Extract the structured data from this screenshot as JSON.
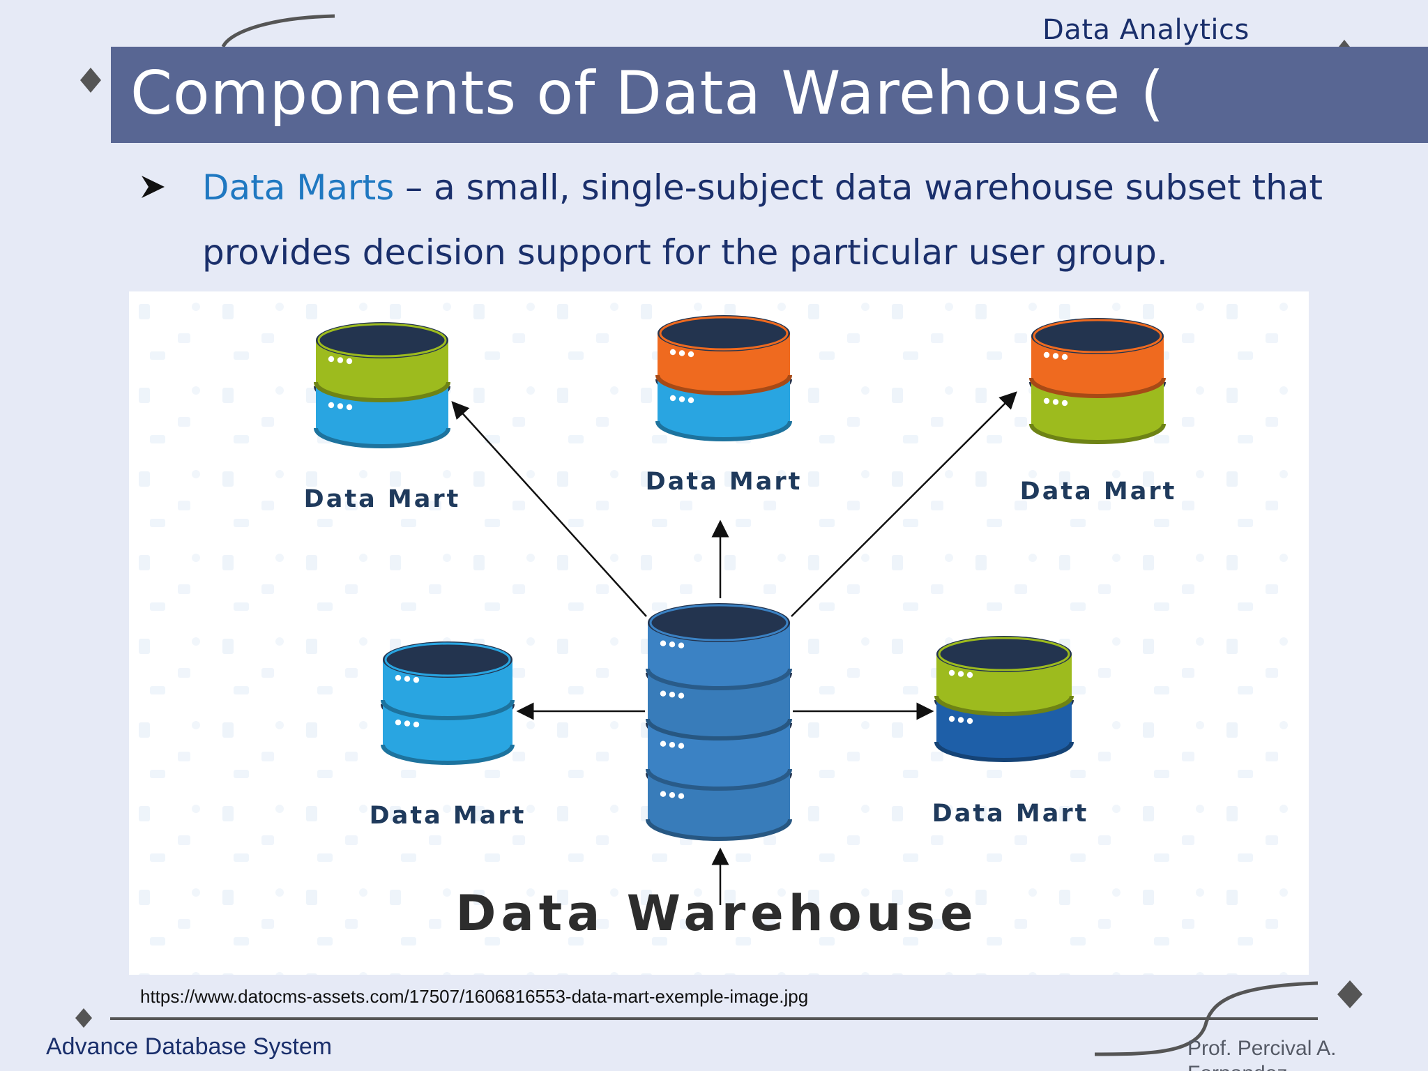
{
  "header": {
    "course_topic": "Data Analytics",
    "title": "Components of Data Warehouse ("
  },
  "bullet": {
    "term": "Data Marts",
    "definition_line1": " – a small, single-subject data warehouse subset that",
    "definition_line2": "provides decision support for the particular user group."
  },
  "diagram": {
    "center_label": "Data Warehouse",
    "nodes": [
      {
        "label": "Data Mart",
        "top_color": "#9dbb1e",
        "bottom_color": "#29a5e1"
      },
      {
        "label": "Data Mart",
        "top_color": "#ef6a1f",
        "bottom_color": "#29a5e1"
      },
      {
        "label": "Data Mart",
        "top_color": "#ef6a1f",
        "bottom_color": "#9dbb1e"
      },
      {
        "label": "Data Mart",
        "top_color": "#29a5e1",
        "bottom_color": "#29a5e1"
      },
      {
        "label": "Data Mart",
        "top_color": "#9dbb1e",
        "bottom_color": "#1e5fa8"
      }
    ],
    "colors": {
      "warehouse": "#3b82c4",
      "lid": "#23344f",
      "label": "#1f3a5c",
      "warehouse_label": "#2d2d2d"
    }
  },
  "caption": "https://www.datocms-assets.com/17507/1606816553-data-mart-exemple-image.jpg",
  "footer": {
    "left": "Advance Database System",
    "right": "Prof. Percival A. Fernandez"
  },
  "colors": {
    "title_bar": "#586693",
    "text": "#1a2f6b",
    "term": "#1f78c1"
  }
}
